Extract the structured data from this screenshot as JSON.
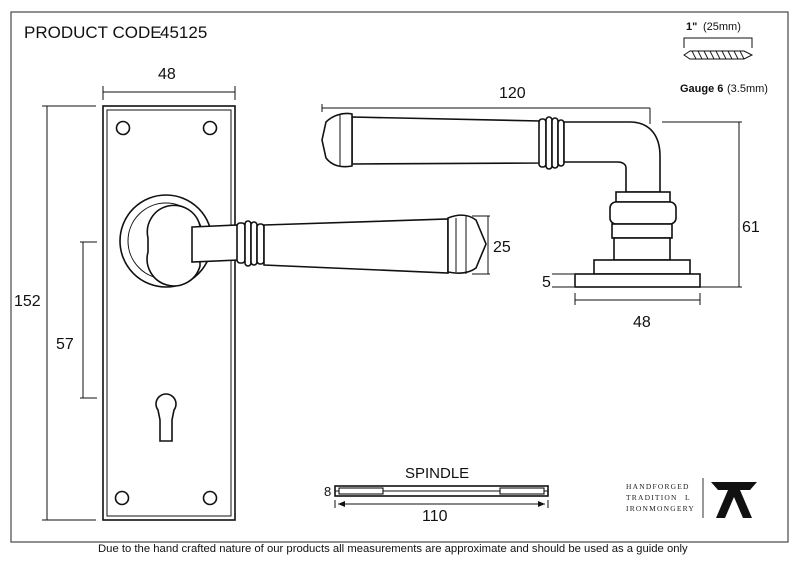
{
  "header": {
    "product_code_label": "PRODUCT CODE",
    "product_code": "45125"
  },
  "screw": {
    "length_label": "1\"",
    "length_metric": "(25mm)",
    "gauge_label": "Gauge 6",
    "gauge_metric": "(3.5mm)"
  },
  "dimensions": {
    "plate_width": "48",
    "plate_height": "152",
    "centre_height": "57",
    "lever_height": "25",
    "lever_length": "120",
    "projection": "61",
    "rose_thickness": "5",
    "rose_width": "48"
  },
  "spindle": {
    "label": "SPINDLE",
    "thickness": "8",
    "length": "110"
  },
  "brand": {
    "line1": "HANDFORGED",
    "line2": "TRADITION",
    "line3": "IRONMONGERY",
    "mark": "A"
  },
  "footer": {
    "disclaimer": "Due to the hand crafted nature of our products all measurements are approximate and should be used as a guide only"
  }
}
